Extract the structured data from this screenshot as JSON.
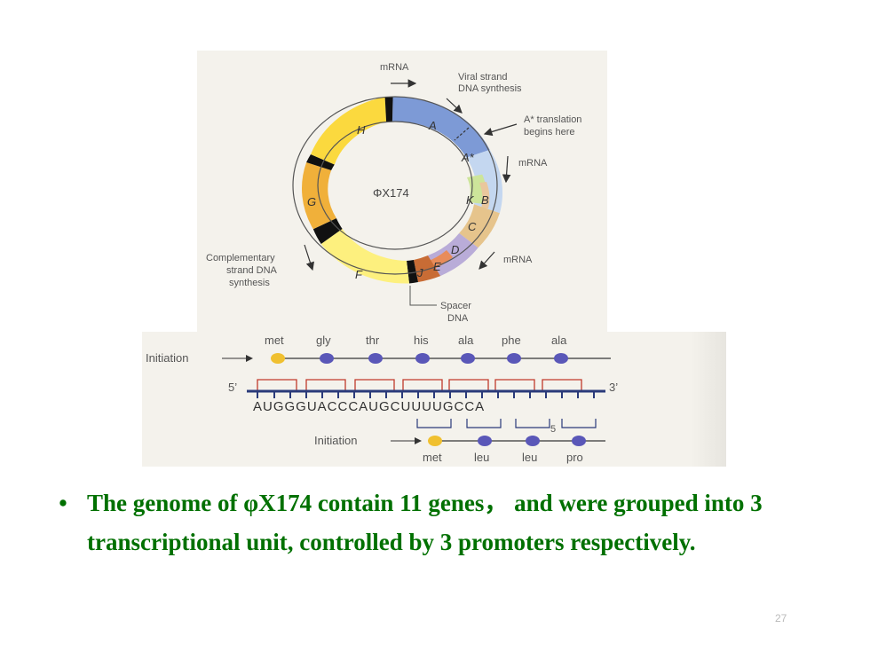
{
  "genome_map": {
    "center_label": "ΦX174",
    "genes": [
      "A",
      "A*",
      "B",
      "K",
      "C",
      "D",
      "E",
      "J",
      "F",
      "G",
      "H"
    ],
    "annotations": {
      "mrna_top": "mRNA",
      "viral_strand_1": "Viral strand",
      "viral_strand_2": "DNA synthesis",
      "a_star_1": "A* translation",
      "a_star_2": "begins here",
      "mrna_right": "mRNA",
      "mrna_lower": "mRNA",
      "comp_1": "Complementary",
      "comp_2": "strand DNA",
      "comp_3": "synthesis",
      "spacer_1": "Spacer",
      "spacer_2": "DNA"
    }
  },
  "overlap": {
    "initiation_top": "Initiation",
    "initiation_bottom": "Initiation",
    "top_aa": [
      "met",
      "gly",
      "thr",
      "his",
      "ala",
      "phe",
      "ala"
    ],
    "bottom_aa": [
      "met",
      "leu",
      "leu",
      "pro"
    ],
    "sequence": "AUGGGUACCCAUGCUUUUGCCA",
    "five_prime": "5’",
    "three_prime": "3’",
    "mark_5": "5"
  },
  "bullet": {
    "marker": "•",
    "text": "The genome of φX174 contain 11 genes， and were grouped into 3 transcriptional unit, controlled by 3 promoters respectively."
  },
  "page_number": "27"
}
